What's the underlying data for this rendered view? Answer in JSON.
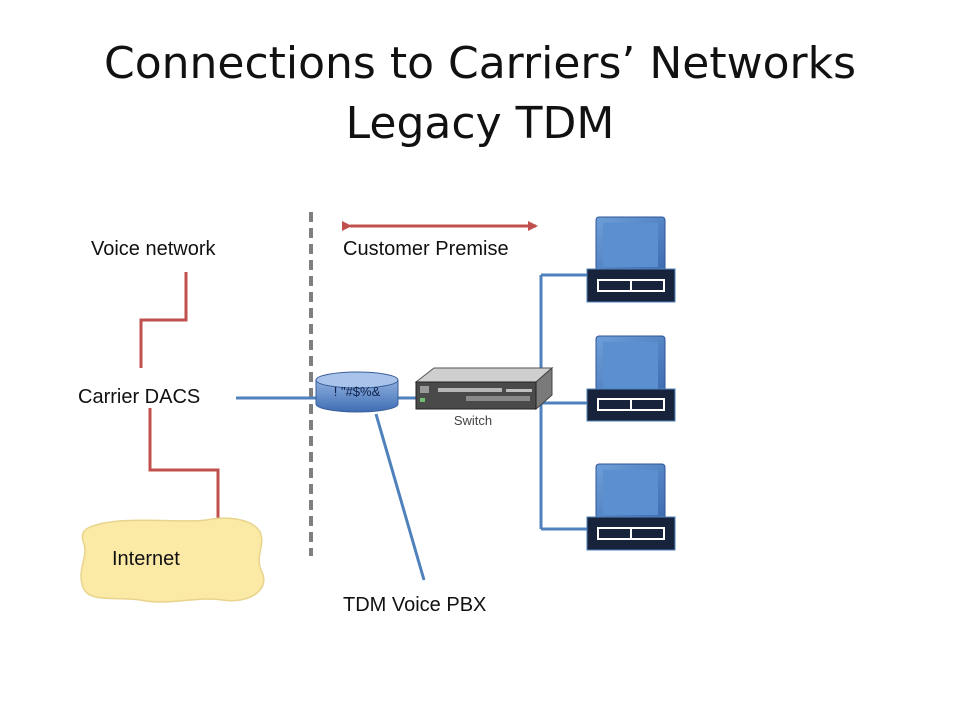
{
  "title": {
    "line1": "Connections to Carriers’ Networks",
    "line2": "Legacy TDM"
  },
  "labels": {
    "voice_network": "Voice network",
    "customer_premise": "Customer Premise",
    "carrier_dacs": "Carrier DACS",
    "internet": "Internet",
    "tdm_voice_pbx": "TDM Voice PBX",
    "switch": "Switch",
    "router_symbol": "! \"#$%&"
  },
  "colors": {
    "red_line": "#c0504d",
    "blue_line": "#4f81bd",
    "cloud_fill": "#fbe9a6",
    "monitor_blue": "#4f81bd",
    "monitor_base": "#17223b"
  }
}
